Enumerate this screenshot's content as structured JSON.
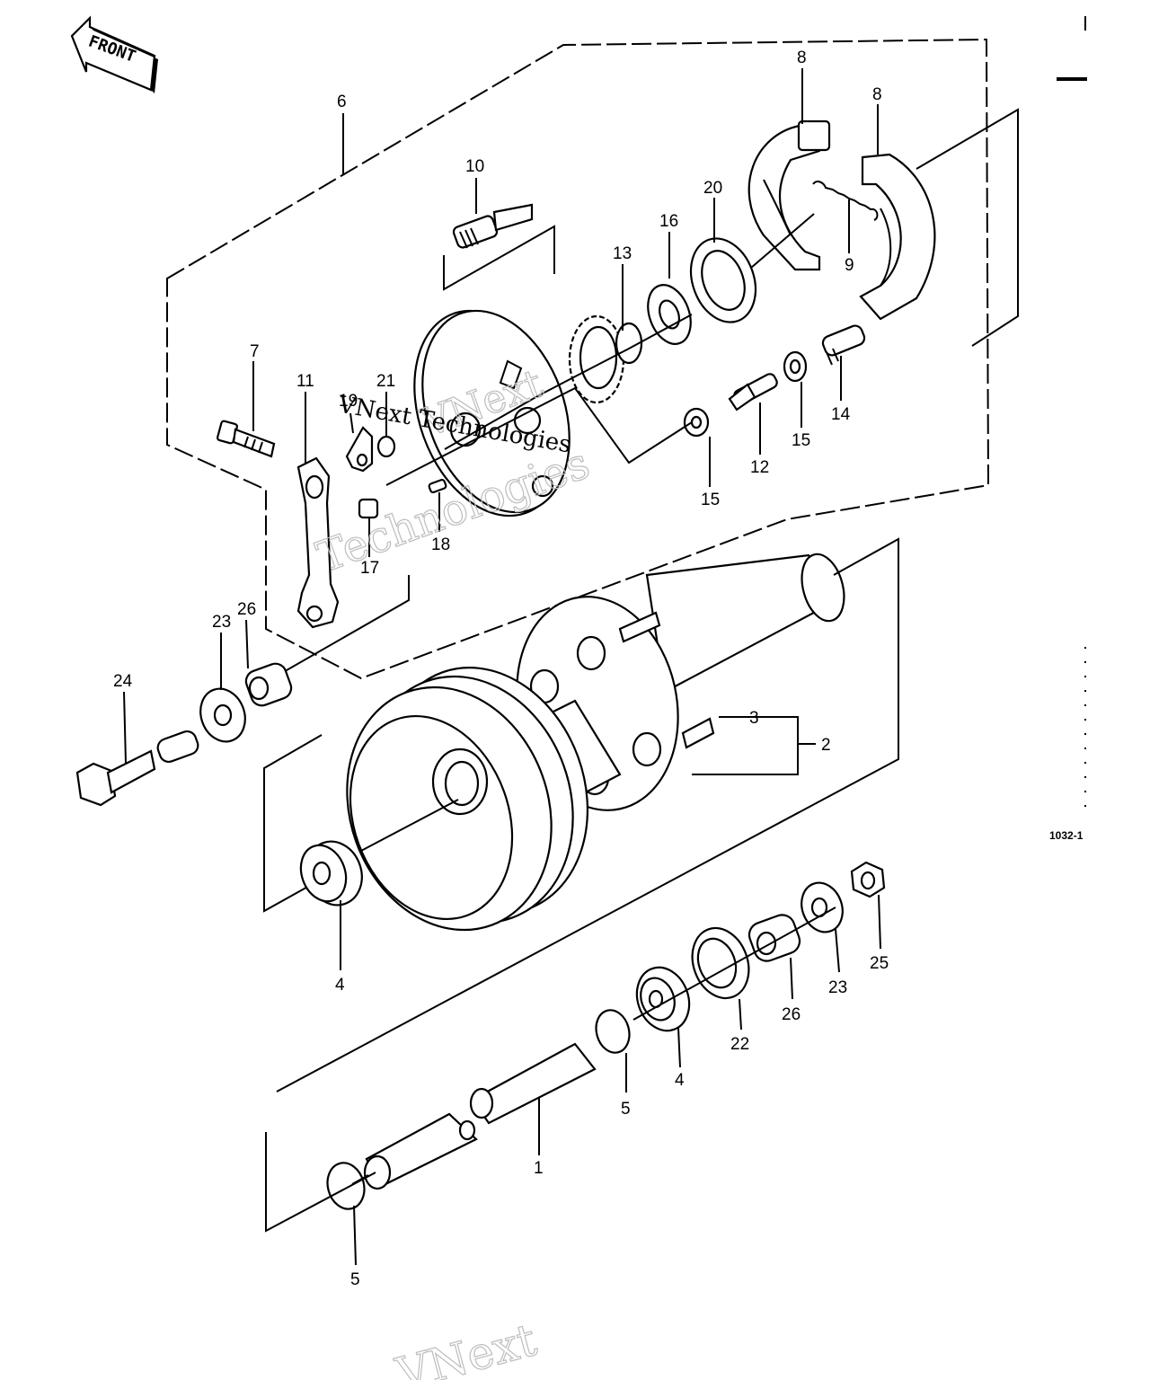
{
  "front_label": "FRONT",
  "figure_code": "1032-1",
  "callouts": {
    "c1": "1",
    "c2": "2",
    "c3": "3",
    "c4a": "4",
    "c4b": "4",
    "c5a": "5",
    "c5b": "5",
    "c6": "6",
    "c7": "7",
    "c8a": "8",
    "c8b": "8",
    "c9": "9",
    "c10": "10",
    "c11": "11",
    "c12": "12",
    "c13": "13",
    "c14": "14",
    "c15a": "15",
    "c15b": "15",
    "c16": "16",
    "c17": "17",
    "c18": "18",
    "c19": "19",
    "c20": "20",
    "c21": "21",
    "c22": "22",
    "c23a": "23",
    "c23b": "23",
    "c24": "24",
    "c25": "25",
    "c26a": "26",
    "c26b": "26"
  },
  "watermark": {
    "line1": "VNext",
    "line2": "Technologies",
    "line3": "VNext Technologies"
  }
}
